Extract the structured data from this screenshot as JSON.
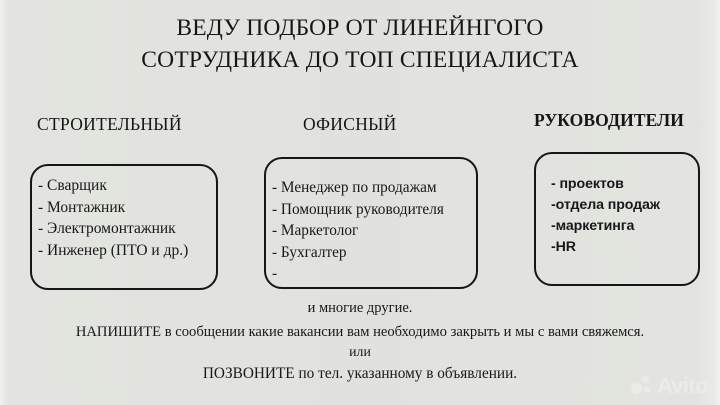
{
  "background_color": "#e2e3de",
  "text_color": "#17181a",
  "title": {
    "line1": "ВЕДУ ПОДБОР ОТ ЛИНЕЙНГОГО",
    "line2": "СОТРУДНИКА ДО ТОП СПЕЦИАЛИСТА"
  },
  "columns": [
    {
      "header": "СТРОИТЕЛЬНЫЙ",
      "items": [
        "- Сварщик",
        "- Монтажник",
        "- Электромонтажник",
        "- Инженер (ПТО и др.)"
      ]
    },
    {
      "header": "ОФИСНЫЙ",
      "items": [
        "- Менеджер по продажам",
        "- Помощник руководителя",
        "- Маркетолог",
        "- Бухгалтер",
        "-"
      ]
    },
    {
      "header": "РУКОВОДИТЕЛИ",
      "items": [
        "-  проектов",
        "-отдела продаж",
        "-маркетинга",
        "-HR"
      ]
    }
  ],
  "footer": {
    "many_more": "и многие другие.",
    "write_line": "НАПИШИТЕ в сообщении какие вакансии вам необходимо закрыть и мы с вами свяжемся.",
    "or": "или",
    "call_line": "ПОЗВОНИТЕ по тел. указанному в объявлении."
  },
  "watermark": {
    "label": "Avito",
    "color": "#f2f3f1"
  }
}
